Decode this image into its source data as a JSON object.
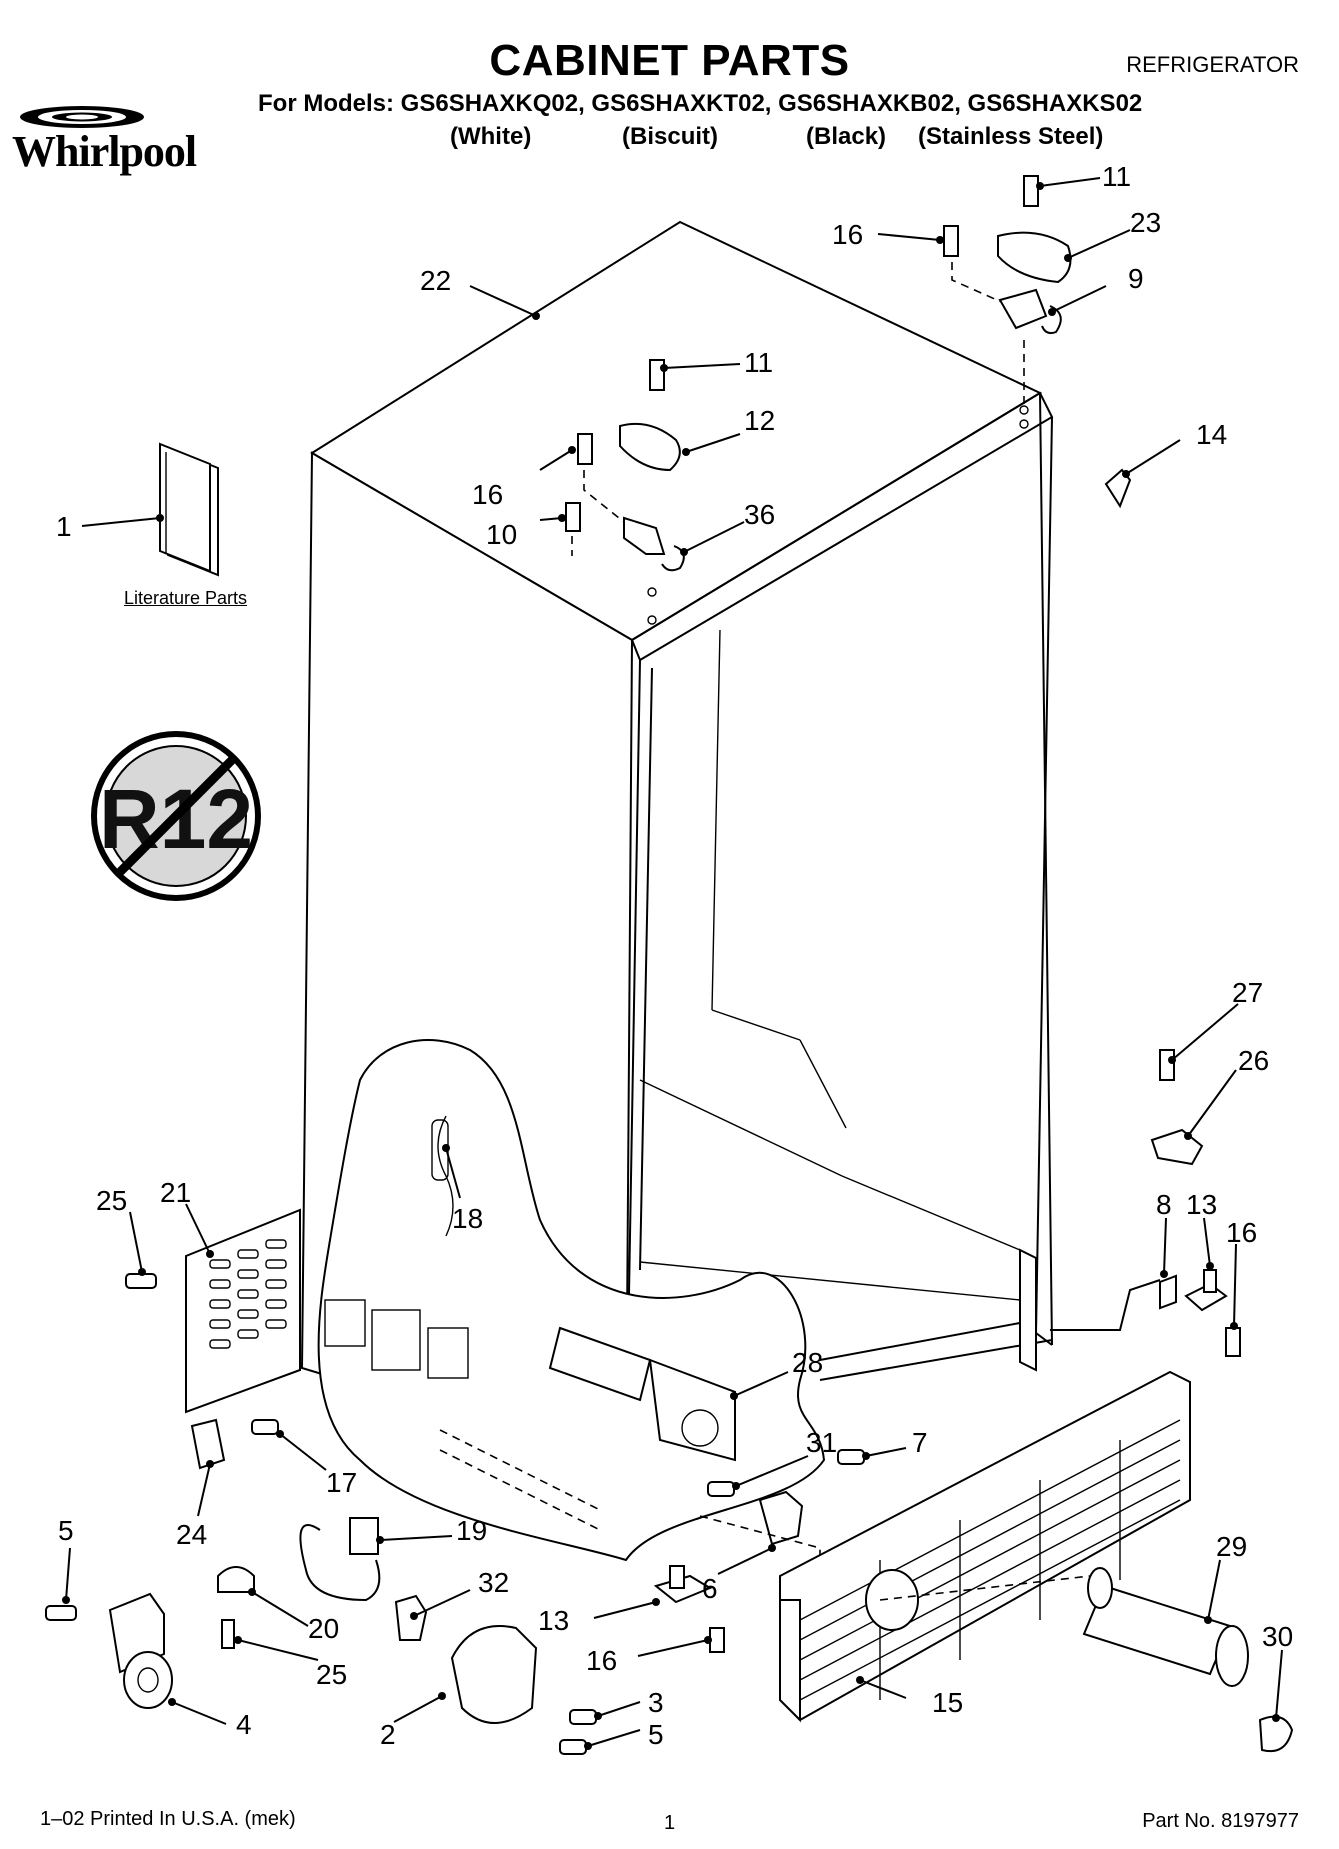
{
  "header": {
    "title": "CABINET PARTS",
    "category": "REFRIGERATOR",
    "models_line": "For Models: GS6SHAXKQ02, GS6SHAXKT02, GS6SHAXKB02, GS6SHAXKS02",
    "finishes": [
      "(White)",
      "(Biscuit)",
      "(Black)",
      "(Stainless Steel)"
    ]
  },
  "logo": {
    "brand": "Whirlpool"
  },
  "badge": {
    "text": "R12",
    "icon": "no-r12-icon"
  },
  "diagram": {
    "literature_label": "Literature Parts",
    "callouts": [
      {
        "id": "c1",
        "label": "1"
      },
      {
        "id": "c22",
        "label": "22"
      },
      {
        "id": "c11a",
        "label": "11"
      },
      {
        "id": "c12",
        "label": "12"
      },
      {
        "id": "c16a",
        "label": "16"
      },
      {
        "id": "c10",
        "label": "10"
      },
      {
        "id": "c36",
        "label": "36"
      },
      {
        "id": "c11b",
        "label": "11"
      },
      {
        "id": "c16b",
        "label": "16"
      },
      {
        "id": "c23",
        "label": "23"
      },
      {
        "id": "c9",
        "label": "9"
      },
      {
        "id": "c14",
        "label": "14"
      },
      {
        "id": "c27",
        "label": "27"
      },
      {
        "id": "c26",
        "label": "26"
      },
      {
        "id": "c8",
        "label": "8"
      },
      {
        "id": "c13a",
        "label": "13"
      },
      {
        "id": "c16c",
        "label": "16"
      },
      {
        "id": "c25a",
        "label": "25"
      },
      {
        "id": "c21",
        "label": "21"
      },
      {
        "id": "c18",
        "label": "18"
      },
      {
        "id": "c28",
        "label": "28"
      },
      {
        "id": "c31",
        "label": "31"
      },
      {
        "id": "c7",
        "label": "7"
      },
      {
        "id": "c17",
        "label": "17"
      },
      {
        "id": "c24",
        "label": "24"
      },
      {
        "id": "c19",
        "label": "19"
      },
      {
        "id": "c5a",
        "label": "5"
      },
      {
        "id": "c20",
        "label": "20"
      },
      {
        "id": "c25b",
        "label": "25"
      },
      {
        "id": "c32",
        "label": "32"
      },
      {
        "id": "c6",
        "label": "6"
      },
      {
        "id": "c29",
        "label": "29"
      },
      {
        "id": "c30",
        "label": "30"
      },
      {
        "id": "c13b",
        "label": "13"
      },
      {
        "id": "c16d",
        "label": "16"
      },
      {
        "id": "c4",
        "label": "4"
      },
      {
        "id": "c3",
        "label": "3"
      },
      {
        "id": "c2",
        "label": "2"
      },
      {
        "id": "c5b",
        "label": "5"
      },
      {
        "id": "c15",
        "label": "15"
      }
    ]
  },
  "footer": {
    "print_info": "1–02 Printed In U.S.A. (mek)",
    "page": "1",
    "part_no": "Part No. 8197977"
  }
}
